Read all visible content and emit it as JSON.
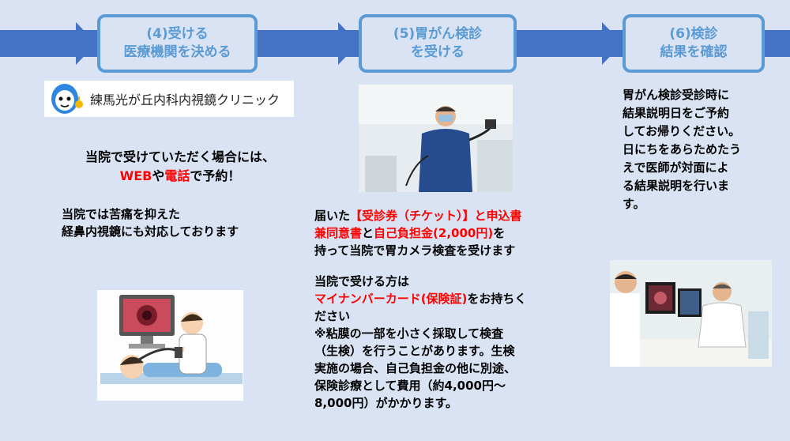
{
  "steps": [
    {
      "line1": "(4)受ける",
      "line2": "医療機関を決める"
    },
    {
      "line1": "(5)胃がん検診",
      "line2": "を受ける"
    },
    {
      "line1": "(6)検診",
      "line2": "結果を確認"
    }
  ],
  "clinic": {
    "name": "練馬光が丘内科内視鏡クリニック",
    "logo_icon": "clinic-mascot-icon"
  },
  "col1": {
    "line1": "当院で受けていただく場合には、",
    "web": "WEB",
    "ya": "や",
    "phone": "電話",
    "reserve": "で予約！",
    "nasal1": "当院では苦痛を抑えた",
    "nasal2": "経鼻内視鏡にも対応しております"
  },
  "col2": {
    "p1_a": "届いた",
    "p1_b": "【受診券（チケット）】と申込書",
    "p1_c": "兼同意書",
    "p1_d": "と",
    "p1_e": "自己負担金(2,000円)",
    "p1_f": "を",
    "p1_g": "持って当院で胃カメラ検査を受けます",
    "p2_a": "当院で受ける方は",
    "p2_b": "マイナンバーカード(保険証)",
    "p2_c": "をお持ちく",
    "p2_d": "ださい",
    "p3_1": "※粘膜の一部を小さく採取して検査",
    "p3_2": "（生検）を行うことがあります。生検",
    "p3_3": "実施の場合、自己負担金の他に別途、",
    "p3_4": "保険診療として費用（約4,000円～",
    "p3_5": "8,000円）がかかります。"
  },
  "col3": {
    "lines": [
      "胃がん検診受診時に",
      "結果説明日をご予約",
      "してお帰りください。",
      "日にちをあらためたう",
      "えで医師が対面によ",
      "る結果説明を行いま",
      "す。"
    ]
  },
  "colors": {
    "arrow": "#4472c4",
    "box_border": "#5b9bd5",
    "background": "#dae3f3",
    "emphasis": "#ff0000"
  }
}
